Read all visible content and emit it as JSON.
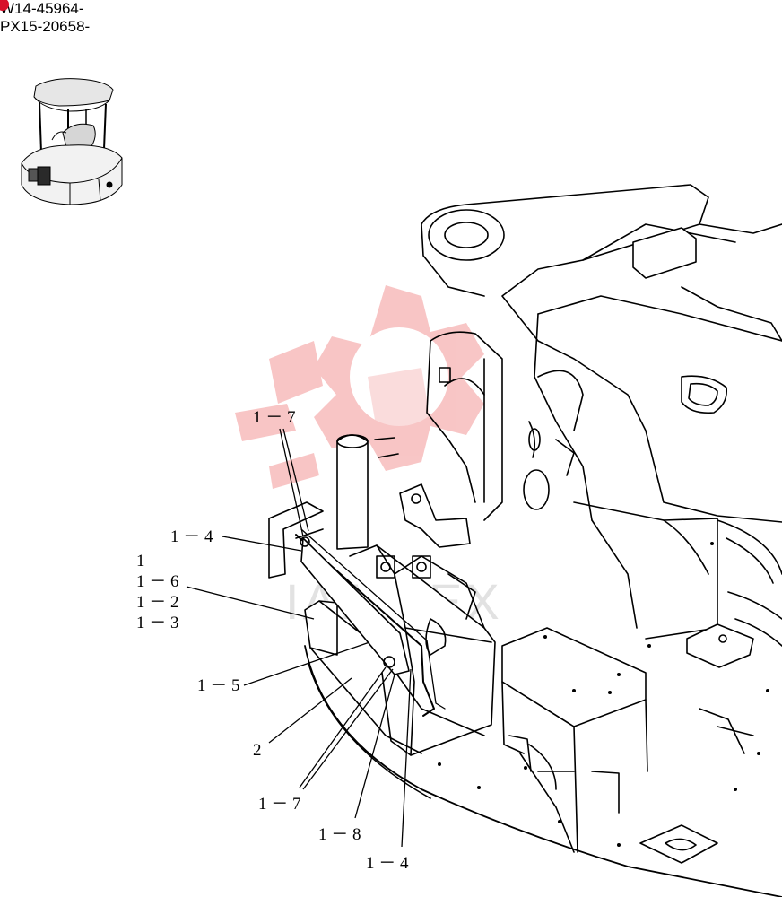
{
  "header": {
    "serial_1": "W14-45964-",
    "serial_2": "PX15-20658-"
  },
  "watermark": {
    "text": "IAPITEX",
    "color": "#f08080"
  },
  "callouts": [
    {
      "id": "c1-7-top",
      "text": "1 － 7"
    },
    {
      "id": "c1-4-top",
      "text": "1 － 4"
    },
    {
      "id": "c1",
      "text": "1"
    },
    {
      "id": "c1-6",
      "text": "1 － 6"
    },
    {
      "id": "c1-2",
      "text": "1 － 2"
    },
    {
      "id": "c1-3",
      "text": "1 － 3"
    },
    {
      "id": "c1-5",
      "text": "1 － 5"
    },
    {
      "id": "c2",
      "text": "2"
    },
    {
      "id": "c1-7-bottom",
      "text": "1 － 7"
    },
    {
      "id": "c1-8",
      "text": "1 － 8"
    },
    {
      "id": "c1-4-bottom",
      "text": "1 － 4"
    }
  ]
}
